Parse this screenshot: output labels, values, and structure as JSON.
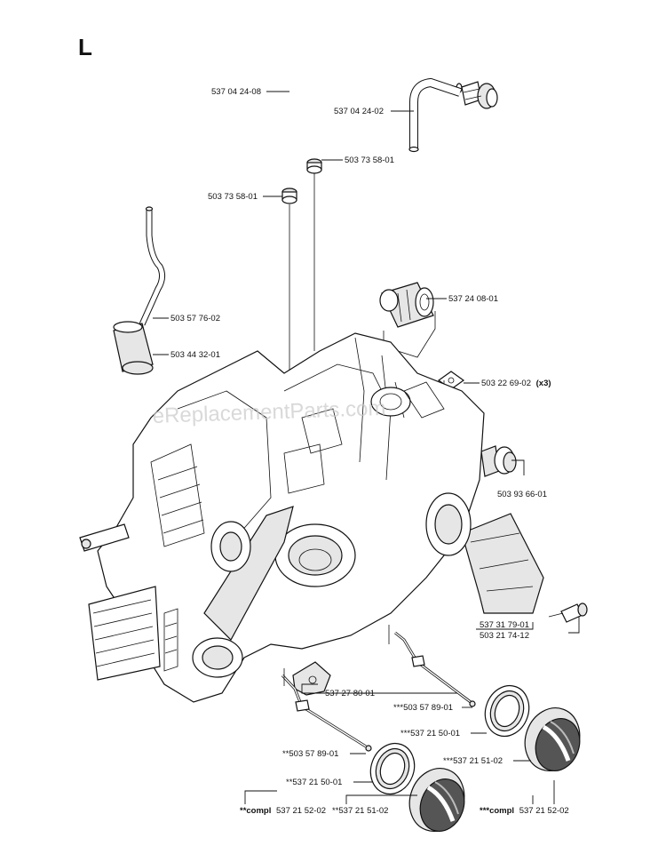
{
  "section_letter": "L",
  "watermark": "eReplacementParts.com",
  "labels": {
    "l1": "537 04 24-08",
    "l2": "537 04 24-02",
    "l3": "503 73 58-01",
    "l4": "503 73 58-01",
    "l5": "503 57 76-02",
    "l6": "503 44 32-01",
    "l7": "537 24 08-01",
    "l8": "503 22 69-02",
    "l8_qty": "(x3)",
    "l9": "503 93 66-01",
    "l10": "537 31 79-01",
    "l11": "503 21 74-12",
    "l12": "537 27 80-01",
    "l13": "***503 57 89-01",
    "l14": "***537 21 50-01",
    "l15": "**503 57 89-01",
    "l16": "***537 21 51-02",
    "l17": "**537 21 50-01",
    "l18_prefix": "**compl",
    "l18": "537 21 52-02",
    "l19": "**537 21 51-02",
    "l20_prefix": "***compl",
    "l20": "537 21 52-02"
  }
}
